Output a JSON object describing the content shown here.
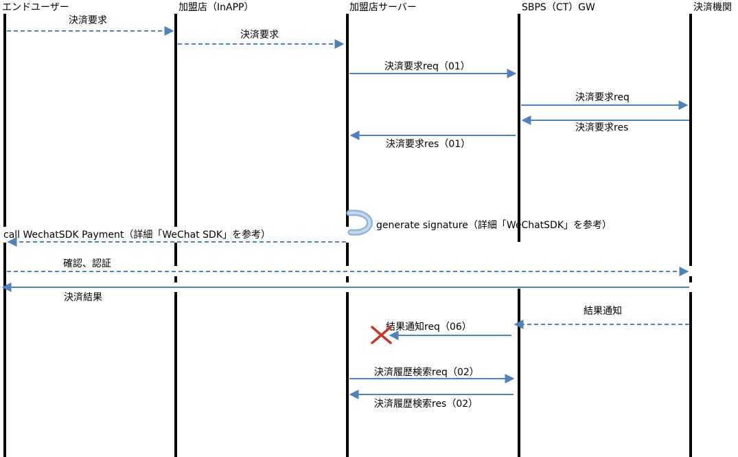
{
  "participants": [
    {
      "name": "エンドユーザー"
    },
    {
      "name": "加盟店（InAPP）"
    },
    {
      "name": "加盟店サーバー"
    },
    {
      "name": "SBPS（CT）GW"
    },
    {
      "name": "決済機関"
    }
  ],
  "messages": [
    {
      "label": "決済要求"
    },
    {
      "label": "決済要求"
    },
    {
      "label": "決済要求req（01）"
    },
    {
      "label": "決済要求req"
    },
    {
      "label": "決済要求res"
    },
    {
      "label": "決済要求res（01）"
    },
    {
      "label": "generate signature（詳細「WeChatSDK」を参考）"
    },
    {
      "label": "call WechatSDK Payment（詳細「WeChat SDK」を参考）"
    },
    {
      "label": "確認、認証"
    },
    {
      "label": "決済結果"
    },
    {
      "label": "結果通知"
    },
    {
      "label": "結果通知req（06）"
    },
    {
      "label": "決済履歴検索req（02）"
    },
    {
      "label": "決済履歴検索res（02）"
    }
  ],
  "colors": {
    "arrow": "#4f81bd",
    "lifeline": "#000000",
    "self_arrow": "#8eb4d9",
    "cancel_mark": "#c0392b"
  },
  "icons": {
    "self_call": "curved-arrow-icon",
    "cancel": "cross-icon"
  }
}
